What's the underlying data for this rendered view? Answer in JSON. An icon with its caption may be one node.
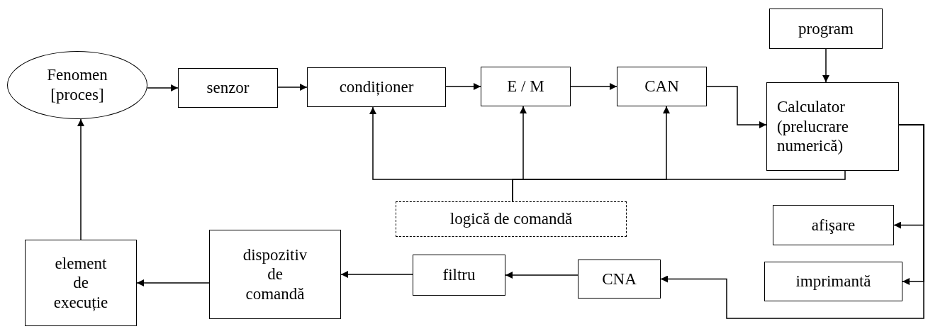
{
  "diagram": {
    "nodes": [
      {
        "text": [
          "Fenomen [proces]"
        ]
      },
      {
        "text": [
          "senzor"
        ]
      },
      {
        "text": [
          "condiționer"
        ]
      },
      {
        "text": [
          "E / M"
        ]
      },
      {
        "text": [
          "CAN"
        ]
      },
      {
        "text": [
          "program"
        ]
      },
      {
        "text": [
          "Calculator (prelucrare numerică)"
        ]
      },
      {
        "text": [
          "logică de comandă"
        ]
      },
      {
        "text": [
          "afişare"
        ]
      },
      {
        "text": [
          "imprimantă"
        ]
      },
      {
        "text": [
          "element de execuție"
        ]
      },
      {
        "text": [
          "dispozitiv de comandă"
        ]
      },
      {
        "text": [
          "filtru"
        ]
      },
      {
        "text": [
          "CNA"
        ]
      }
    ],
    "edges": [
      {
        "from": 0,
        "to": 1,
        "arrow": "to"
      },
      {
        "from": 1,
        "to": 2,
        "arrow": "to"
      },
      {
        "from": 2,
        "to": 3,
        "arrow": "to"
      },
      {
        "from": 3,
        "to": 4,
        "arrow": "to"
      },
      {
        "from": 4,
        "to": 6,
        "arrow": "to"
      },
      {
        "from": 5,
        "to": 6,
        "arrow": "to"
      },
      {
        "from": 7,
        "to": 2,
        "arrow": "to"
      },
      {
        "from": 7,
        "to": 3,
        "arrow": "to"
      },
      {
        "from": 7,
        "to": 4,
        "arrow": "to"
      },
      {
        "from": 7,
        "to": 6,
        "arrow": "none"
      },
      {
        "from": 6,
        "to": 8,
        "arrow": "to"
      },
      {
        "from": 6,
        "to": 9,
        "arrow": "to"
      },
      {
        "from": 6,
        "to": 13,
        "arrow": "to"
      },
      {
        "from": 13,
        "to": 12,
        "arrow": "to"
      },
      {
        "from": 12,
        "to": 11,
        "arrow": "to"
      },
      {
        "from": 11,
        "to": 10,
        "arrow": "to"
      },
      {
        "from": 10,
        "to": 0,
        "arrow": "to"
      }
    ]
  }
}
